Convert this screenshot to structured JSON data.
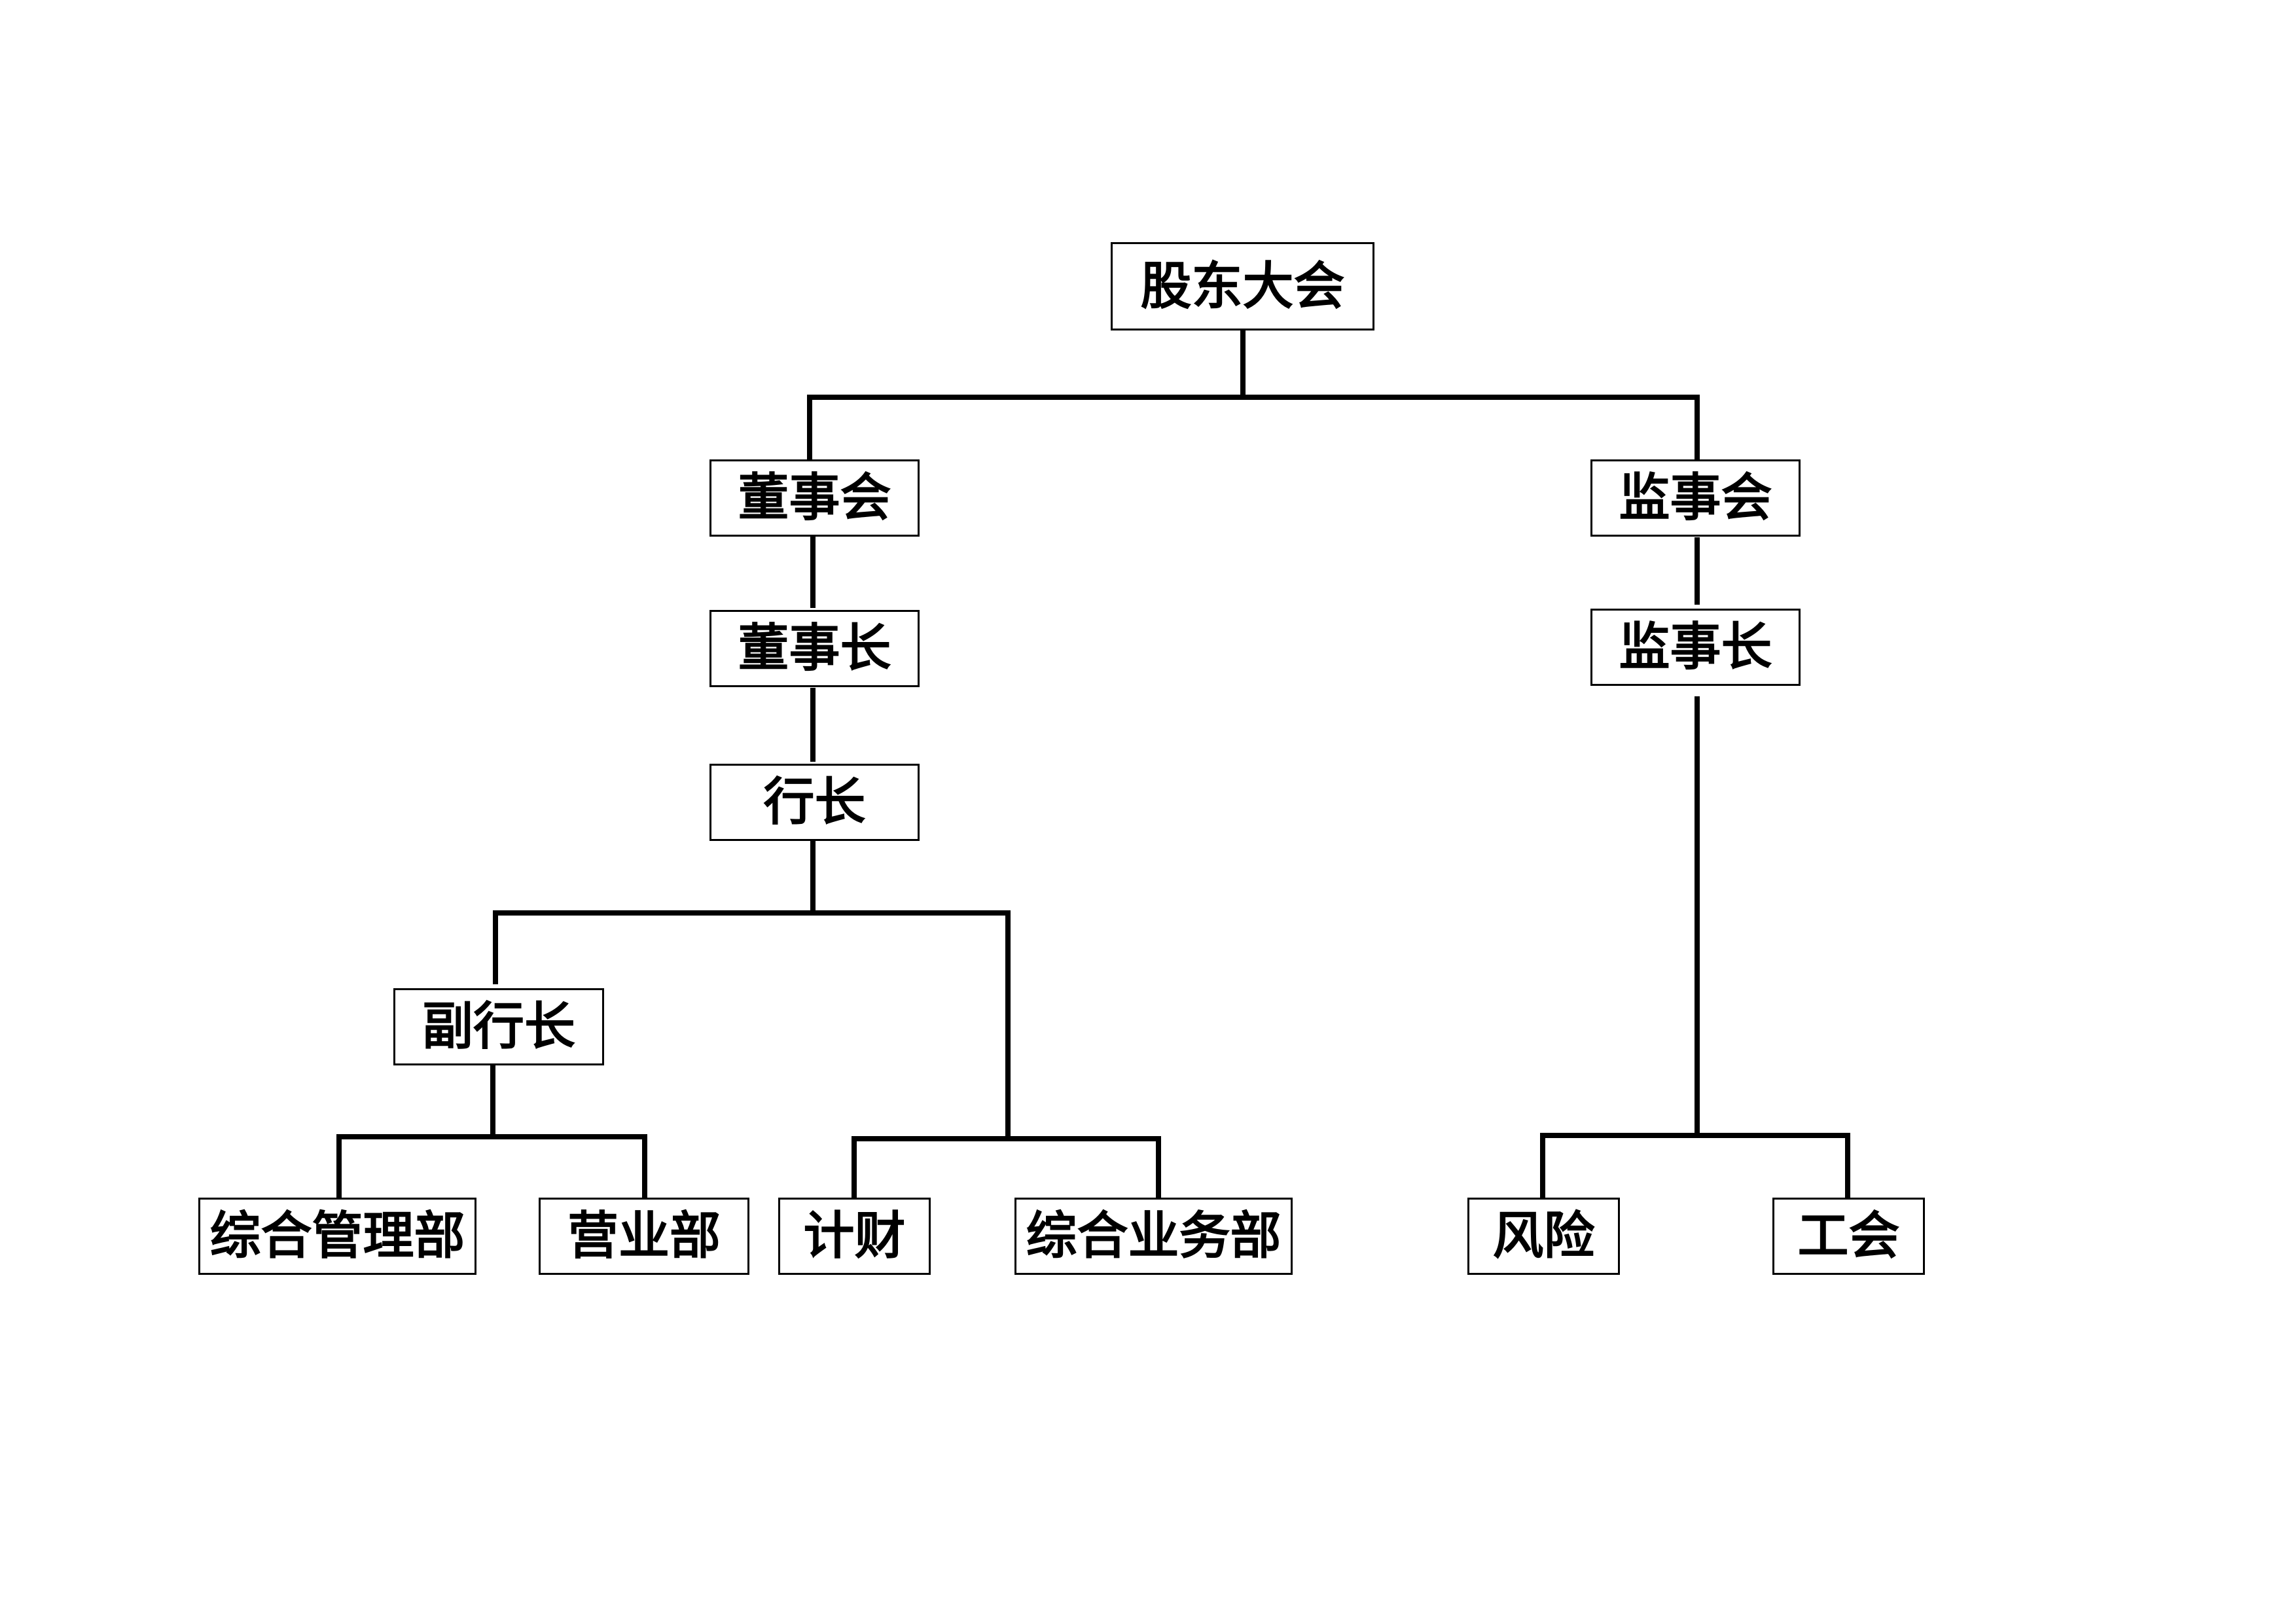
{
  "org_chart": {
    "root": "股东大会",
    "board": {
      "council": "董事会",
      "chair": "董事长",
      "president": "行长",
      "vice_president": "副行长",
      "departments": {
        "general_management": "综合管理部",
        "business": "营业部",
        "finance": "计财",
        "general_business": "综合业务部"
      }
    },
    "supervisory": {
      "council": "监事会",
      "chair": "监事长",
      "departments": {
        "risk": "风险",
        "union": "工会"
      }
    }
  },
  "colors": {
    "line": "#000000",
    "box_border": "#000000",
    "background": "#ffffff",
    "text": "#000000"
  }
}
